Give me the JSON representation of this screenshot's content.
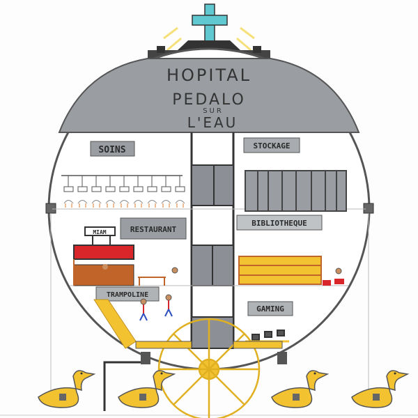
{
  "drawing": {
    "title_line1": "HOPITAL",
    "title_line2": "PEDALO",
    "title_line3": "SUR",
    "title_line4": "L'EAU",
    "rooms": {
      "soins": "SOINS",
      "stockage": "STOCKAGE",
      "restaurant": "RESTAURANT",
      "miam": "MIAM",
      "bibliotheque": "BIBLIOTHEQUE",
      "trampoline": "TRAMPOLINE",
      "gaming": "GAMING"
    }
  },
  "colors": {
    "cross": "#5fc8d0",
    "dome": "#9a9ea3",
    "outline": "#555555",
    "yellow": "#f2c230",
    "orange": "#e07a2a",
    "red": "#d8262a",
    "brown": "#c0642a",
    "gray_block": "#8c9096"
  }
}
